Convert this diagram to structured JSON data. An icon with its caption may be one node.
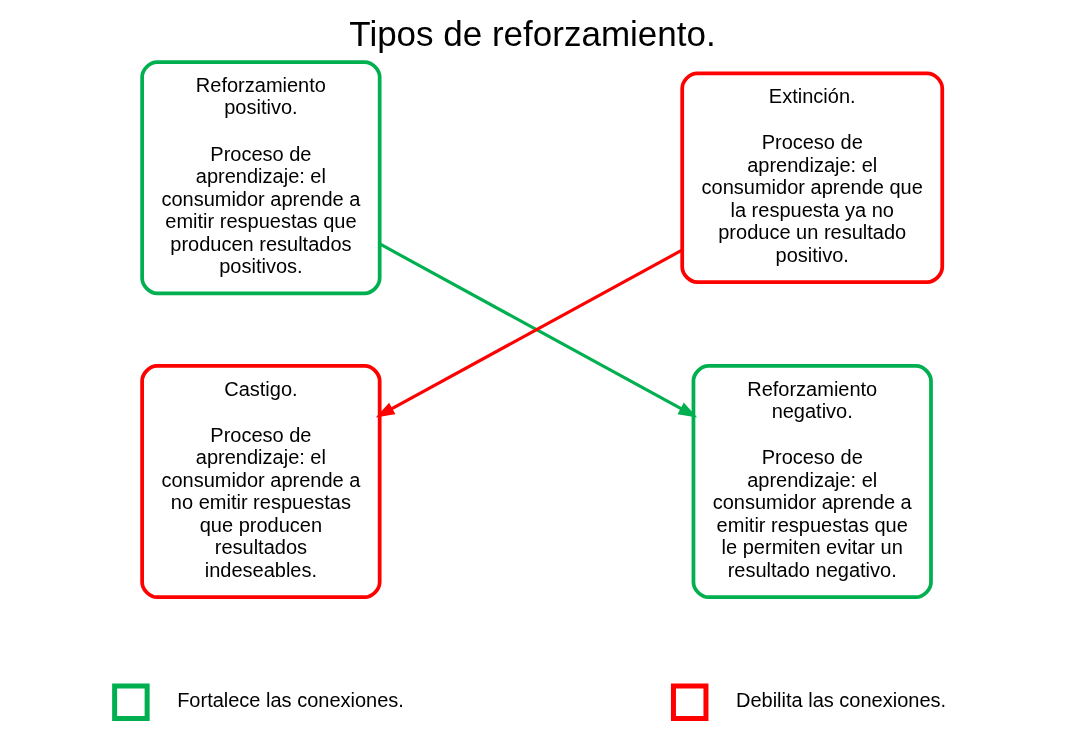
{
  "diagram": {
    "title": "Tipos de reforzamiento.",
    "nodes": [
      {
        "text": [
          "Reforzamiento positivo.",
          "Proceso de aprendizaje: el consumidor aprende a emitir respuestas que producen resultados positivos."
        ]
      },
      {
        "text": [
          "Extinción.",
          "Proceso de aprendizaje: el consumidor aprende que la respuesta ya no produce un resultado positivo."
        ]
      },
      {
        "text": [
          "Castigo.",
          "Proceso de aprendizaje: el consumidor aprende a no emitir respuestas que producen resultados indeseables."
        ]
      },
      {
        "text": [
          "Reforzamiento negativo.",
          "Proceso de aprendizaje: el consumidor aprende a emitir respuestas que le permiten evitar un resultado negativo."
        ]
      }
    ],
    "edges": [
      {
        "from": 0,
        "to": 3,
        "arrow": "to",
        "color": "#00b050"
      },
      {
        "from": 1,
        "to": 2,
        "arrow": "to",
        "color": "#ff0000"
      }
    ],
    "legend": [
      {
        "text": "Fortalece las conexiones.",
        "color": "#00b050"
      },
      {
        "text": "Debilita las conexiones.",
        "color": "#ff0000"
      }
    ]
  }
}
